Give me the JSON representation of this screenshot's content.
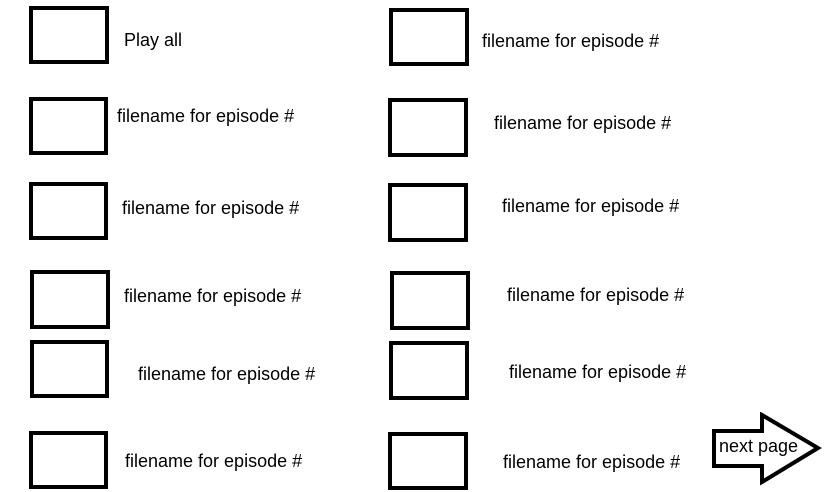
{
  "play_all": {
    "label": "Play all"
  },
  "episodes": [
    {
      "label": "filename for episode #"
    },
    {
      "label": "filename for episode #"
    },
    {
      "label": "filename for episode #"
    },
    {
      "label": "filename for episode #"
    },
    {
      "label": "filename for episode #"
    },
    {
      "label": "filename for episode #"
    },
    {
      "label": "filename for episode #"
    },
    {
      "label": "filename for episode #"
    },
    {
      "label": "filename for episode #"
    },
    {
      "label": "filename for episode #"
    },
    {
      "label": "filename for episode #"
    }
  ],
  "next_page": {
    "label": "next page",
    "icon": "arrow-right-icon"
  }
}
